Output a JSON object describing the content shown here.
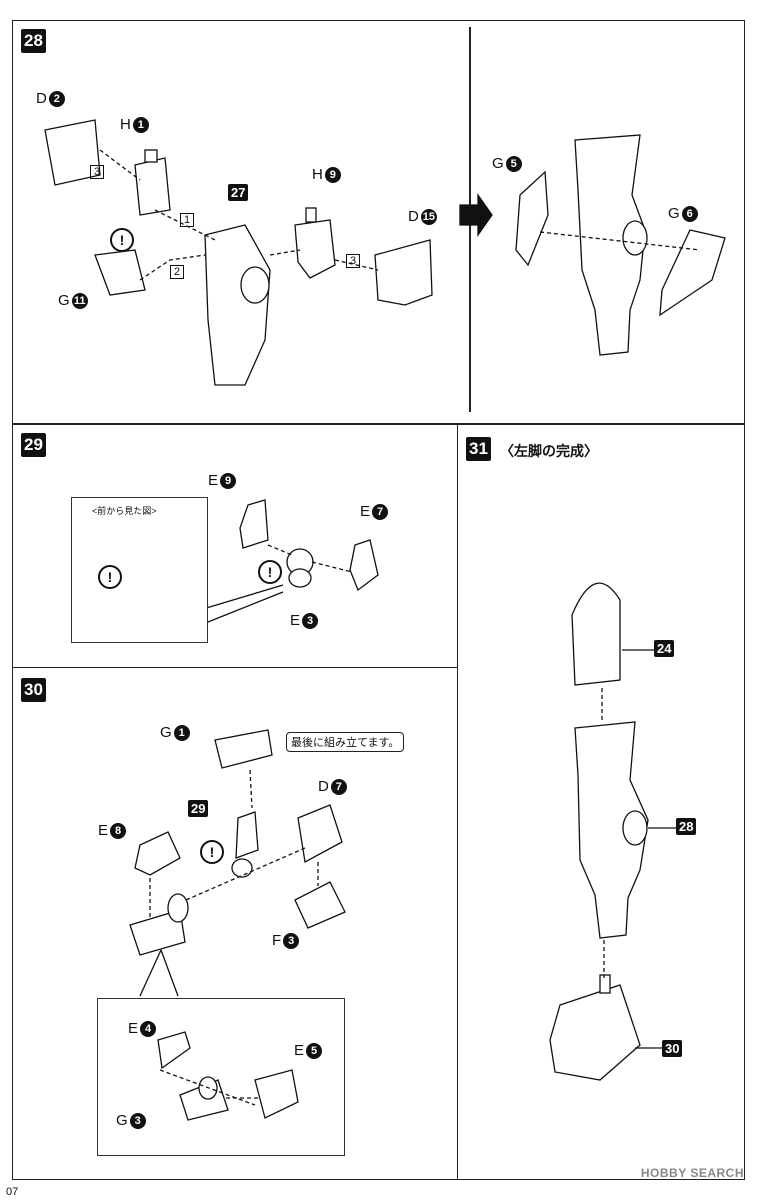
{
  "steps": {
    "s28": {
      "number": "28"
    },
    "s29": {
      "number": "29",
      "callout_title": "<前から見た図>"
    },
    "s30": {
      "number": "30",
      "note": "最後に組み立てます。"
    },
    "s31": {
      "number": "31",
      "title": "〈左脚の完成〉"
    }
  },
  "labels": {
    "s28": [
      {
        "letter": "D",
        "num": "2"
      },
      {
        "letter": "H",
        "num": "1"
      },
      {
        "letter": "H",
        "num": "9"
      },
      {
        "letter": "D",
        "num": "15"
      },
      {
        "letter": "G",
        "num": "11"
      },
      {
        "letter": "G",
        "num": "5"
      },
      {
        "letter": "G",
        "num": "6"
      }
    ],
    "s29": [
      {
        "letter": "E",
        "num": "9"
      },
      {
        "letter": "E",
        "num": "7"
      },
      {
        "letter": "E",
        "num": "3"
      }
    ],
    "s30": [
      {
        "letter": "G",
        "num": "1"
      },
      {
        "letter": "D",
        "num": "7"
      },
      {
        "letter": "E",
        "num": "8"
      },
      {
        "letter": "F",
        "num": "3"
      },
      {
        "letter": "E",
        "num": "4"
      },
      {
        "letter": "E",
        "num": "5"
      },
      {
        "letter": "G",
        "num": "3"
      }
    ]
  },
  "order_marks": [
    "3",
    "1",
    "2",
    "3"
  ],
  "refs": {
    "r27": "27",
    "r29": "29",
    "r24": "24",
    "r28": "28",
    "r30": "30"
  },
  "warning_symbol": "!",
  "page_number": "07",
  "watermark": "HOBBY SEARCH"
}
